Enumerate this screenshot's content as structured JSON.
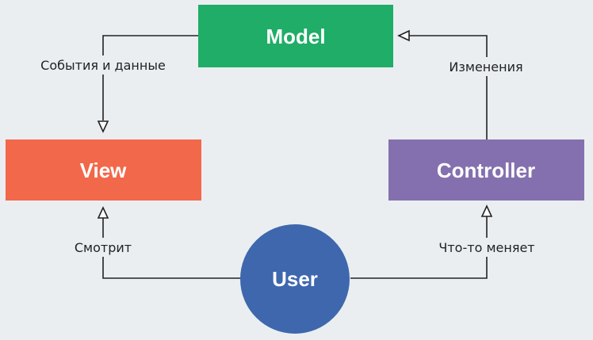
{
  "colors": {
    "background": "#eaeef1",
    "model": "#1fad67",
    "view": "#f2684a",
    "controller": "#8470ae",
    "user": "#3e67ad",
    "line": "#222222"
  },
  "nodes": {
    "model": {
      "label": "Model"
    },
    "view": {
      "label": "View"
    },
    "controller": {
      "label": "Controller"
    },
    "user": {
      "label": "User"
    }
  },
  "edges": {
    "model_to_view": {
      "label": "События и данные"
    },
    "controller_to_model": {
      "label": "Изменения"
    },
    "user_to_view": {
      "label": "Смотрит"
    },
    "user_to_controller": {
      "label": "Что-то меняет"
    }
  }
}
